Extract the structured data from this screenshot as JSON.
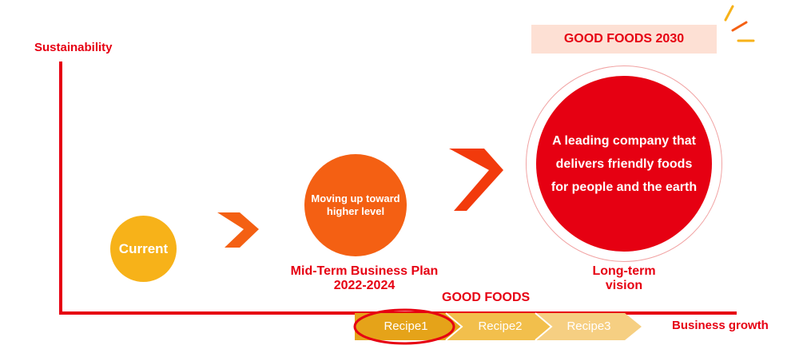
{
  "axes": {
    "y_label": "Sustainability",
    "x_label": "Business growth"
  },
  "stages": {
    "current": "Current",
    "mid_term": {
      "circle_text": "Moving up toward higher level",
      "caption_line1": "Mid-Term Business Plan",
      "caption_line2": "2022-2024"
    },
    "long_term": {
      "badge": "GOOD FOODS 2030",
      "circle_text": "A leading company that delivers friendly foods for people and the earth",
      "caption_line1": "Long-term",
      "caption_line2": "vision"
    }
  },
  "recipes": {
    "heading": "GOOD FOODS",
    "items": [
      "Recipe1",
      "Recipe2",
      "Recipe3"
    ]
  },
  "colors": {
    "accent_red": "#e60012",
    "current_yellow": "#f7b219",
    "mid_orange": "#f46013",
    "badge_bg": "#fde0d4",
    "recipe1": "#e5a319",
    "recipe2": "#f2bf4c",
    "recipe3": "#f6cf82"
  }
}
